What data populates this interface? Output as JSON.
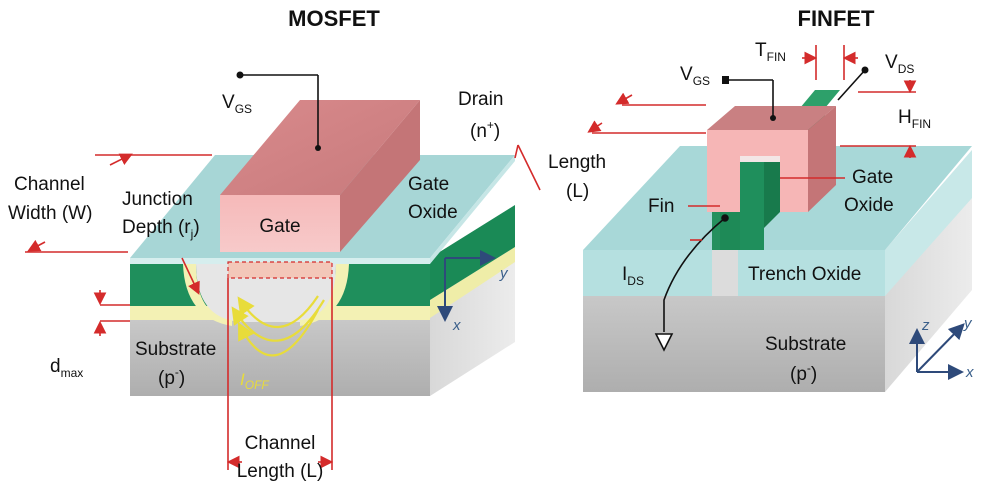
{
  "mosfet": {
    "title": "MOSFET",
    "vgs": {
      "main": "V",
      "sub": "GS"
    },
    "drain": {
      "line1": "Drain",
      "line2": "(n",
      "sup": "+",
      "close": ")"
    },
    "channel_width": {
      "line1": "Channel",
      "line2": "Width (W)"
    },
    "junction": {
      "line1": "Junction",
      "line2": "Depth (r",
      "sub": "j",
      "close": ")"
    },
    "gate": "Gate",
    "gate_oxide": {
      "line1": "Gate",
      "line2": "Oxide"
    },
    "substrate": {
      "line1": "Substrate",
      "line2": "(p",
      "sup": "-",
      "close": ")"
    },
    "dmax": {
      "main": "d",
      "sub": "max"
    },
    "ioff": {
      "main": "I",
      "sub": "OFF"
    },
    "channel_length": {
      "line1": "Channel",
      "line2": "Length (L)"
    },
    "axis": {
      "y": "y",
      "x": "x"
    }
  },
  "finfet": {
    "title": "FINFET",
    "vgs": {
      "main": "V",
      "sub": "GS"
    },
    "tfin": {
      "main": "T",
      "sub": "FIN"
    },
    "vds": {
      "main": "V",
      "sub": "DS"
    },
    "hfin": {
      "main": "H",
      "sub": "FIN"
    },
    "length": {
      "line1": "Length",
      "line2": "(L)"
    },
    "fin": "Fin",
    "gate_oxide": {
      "line1": "Gate",
      "line2": "Oxide"
    },
    "ids": {
      "main": "I",
      "sub": "DS"
    },
    "trench_oxide": "Trench Oxide",
    "substrate": {
      "line1": "Substrate",
      "line2": "(p",
      "sup": "-",
      "close": ")"
    },
    "axis": {
      "z": "z",
      "y": "y",
      "x": "x"
    }
  },
  "colors": {
    "gate_pink": "#e8a0a2",
    "oxide_teal": "#a8d8d8",
    "green": "#1f8f5c",
    "yellow": "#f3f1b4",
    "substrate_gray": "#bdbdbd",
    "red_annotation": "#d42b2b",
    "axis_blue": "#2e4a7a"
  }
}
